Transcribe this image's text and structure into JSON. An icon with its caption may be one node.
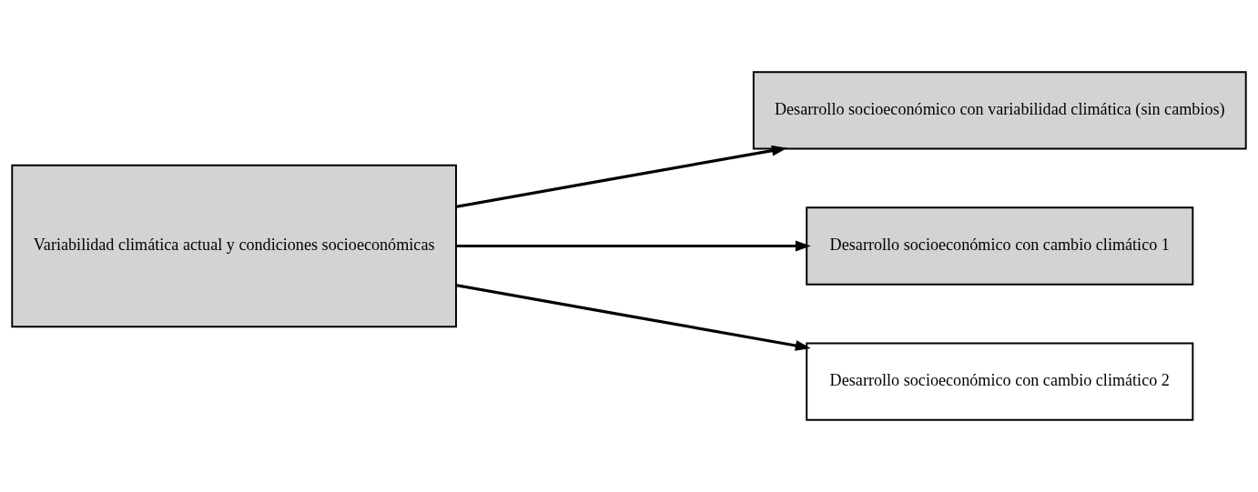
{
  "diagram": {
    "nodes": [
      {
        "text": [
          "Variabilidad climática actual y condiciones socioeconómicas"
        ]
      },
      {
        "text": [
          "Desarrollo socioeconómico con variabilidad climática (sin cambios)"
        ]
      },
      {
        "text": [
          "Desarrollo socioeconómico con cambio climático 1"
        ]
      },
      {
        "text": [
          "Desarrollo socioeconómico con cambio climático 2"
        ]
      }
    ],
    "edges": [
      {
        "from": 0,
        "to": 1,
        "arrow": "to"
      },
      {
        "from": 0,
        "to": 2,
        "arrow": "to"
      },
      {
        "from": 0,
        "to": 3,
        "arrow": "to"
      }
    ]
  }
}
